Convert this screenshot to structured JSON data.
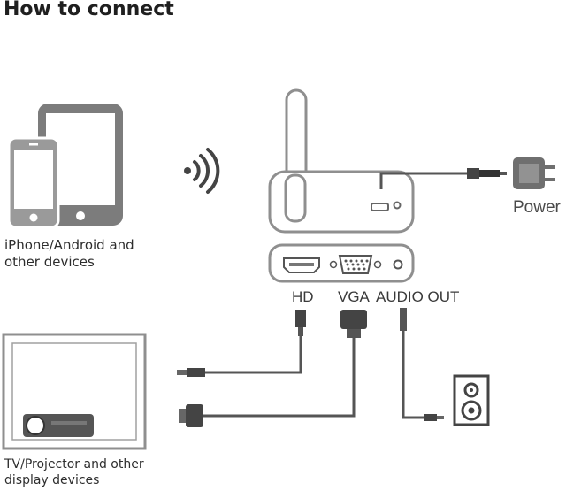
{
  "title": "How to connect",
  "source_devices_label": [
    "iPhone/Android and",
    "other devices"
  ],
  "display_devices_label": [
    "TV/Projector and other",
    "display devices"
  ],
  "power_label": "Power",
  "ports": {
    "hd": "HD",
    "vga": "VGA",
    "audio": "AUDIO OUT"
  }
}
